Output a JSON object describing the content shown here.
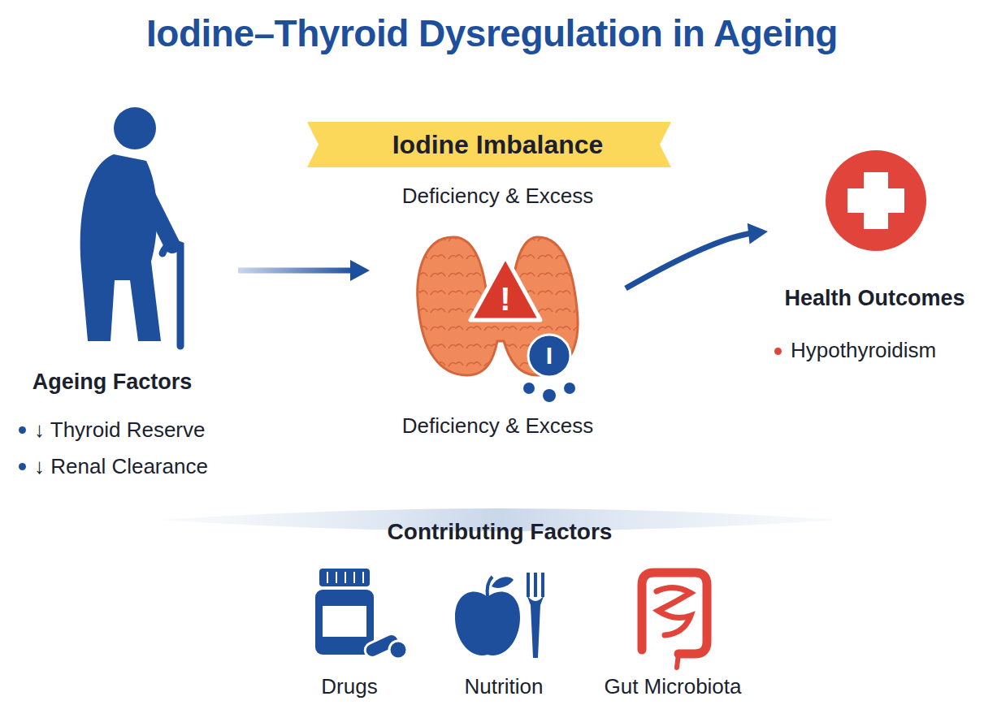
{
  "diagram": {
    "title": "Iodine–Thyroid Dysregulation in Ageing",
    "nodes": [
      {
        "text": [
          "Ageing Factors",
          "↓ Thyroid Reserve",
          "↓ Renal Clearance"
        ]
      },
      {
        "text": [
          "Iodine Imbalance",
          "Deficiency & Excess",
          "Deficiency & Excess"
        ]
      },
      {
        "text": [
          "Health Outcomes",
          "Hypothyroidism"
        ]
      },
      {
        "text": [
          "Contributing Factors"
        ]
      },
      {
        "text": [
          "Drugs"
        ],
        "in": 3
      },
      {
        "text": [
          "Nutrition"
        ],
        "in": 3
      },
      {
        "text": [
          "Gut Microbiota"
        ],
        "in": 3
      }
    ],
    "edges": [
      {
        "from": 0,
        "to": 1,
        "arrow": "to"
      },
      {
        "from": 1,
        "to": 2,
        "arrow": "to"
      }
    ],
    "labels": [
      "!",
      "I"
    ]
  }
}
